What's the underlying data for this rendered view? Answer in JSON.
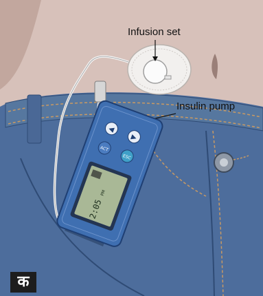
{
  "labels": {
    "infusion_set": "Infusion set",
    "insulin_pump": "Insulin pump"
  },
  "pump": {
    "screen_time": "2:05",
    "screen_suffix": "PM",
    "button_left_glyph": "◀",
    "button_right_glyph": "▶",
    "button_act": "ACT",
    "button_esc": "ESC"
  },
  "badge": {
    "text": "क"
  },
  "colors": {
    "skin": "#d9c3bc",
    "denim": "#4f6f9e",
    "denim_dark": "#2e4a76",
    "pump_body": "#3f6fb1",
    "pump_screen": "#a9b896",
    "stitching": "#c99a63"
  }
}
